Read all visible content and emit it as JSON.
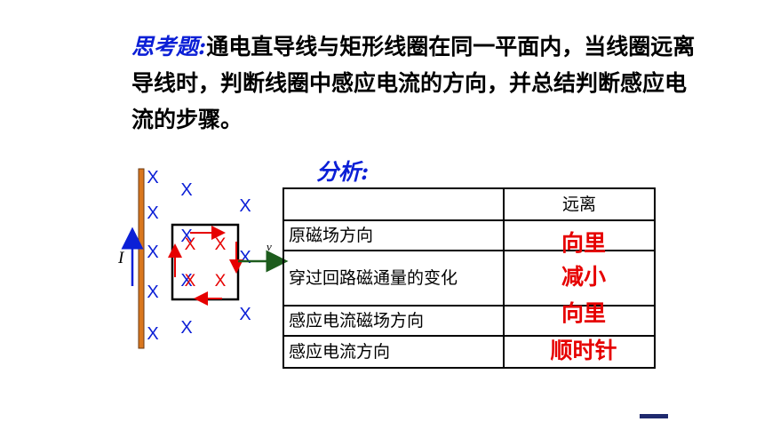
{
  "question": {
    "label": "思考题:",
    "text": "通电直导线与矩形线圈在同一平面内，当线圈远离导线时，判断线圈中感应电流的方向，并总结判断感应电流的步骤。"
  },
  "analysis_label": "分析:",
  "figure": {
    "current_label": "I",
    "velocity_label": "v",
    "field_symbol": "X"
  },
  "table": {
    "header": [
      "",
      "远离"
    ],
    "rows": [
      {
        "label": "原磁场方向",
        "answer": "向里"
      },
      {
        "label": "穿过回路磁通量的变化",
        "answer": "减小"
      },
      {
        "label": "感应电流磁场方向",
        "answer": "向里"
      },
      {
        "label": "感应电流方向",
        "answer": "顺时针"
      }
    ]
  },
  "colors": {
    "title_blue": "#0b1fd6",
    "answer_red": "#e60000",
    "wire_orange": "#d9771e",
    "arrow_green": "#1d5c1d"
  }
}
